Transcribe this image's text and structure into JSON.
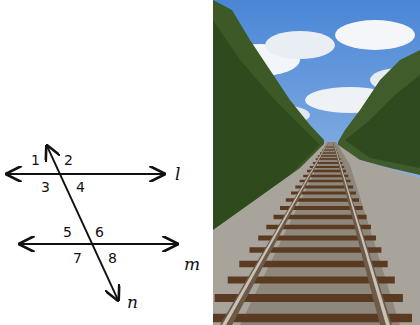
{
  "diagram": {
    "labels": [
      "1",
      "2",
      "3",
      "4",
      "l",
      "5",
      "6",
      "7",
      "8",
      "m",
      "n"
    ]
  }
}
